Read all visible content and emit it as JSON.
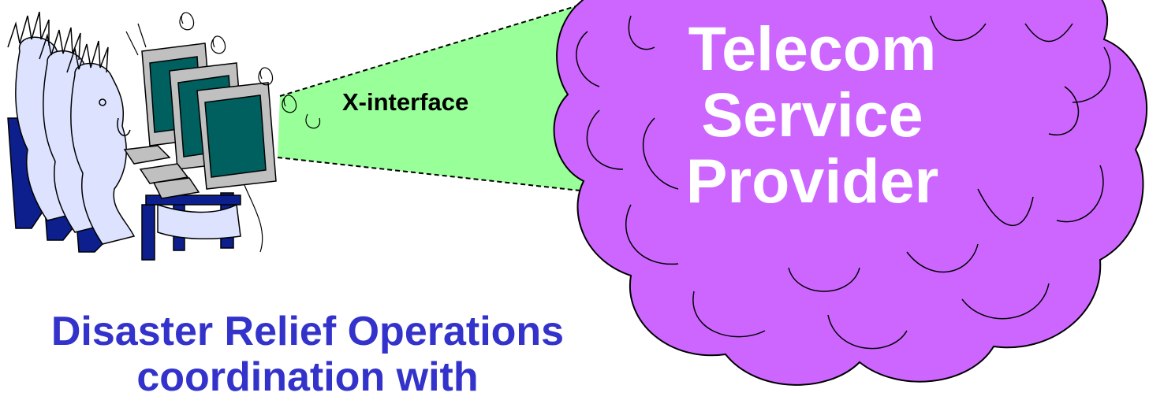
{
  "interface_label": "X-interface",
  "provider_label": "Telecom\nService\nProvider",
  "caption": "Disaster  Relief Operations\ncoordination with",
  "colors": {
    "cloud_fill": "#CC66FF",
    "beam_fill": "#99FF99",
    "caption_text": "#3333CC",
    "cloud_text": "#FFFFFF",
    "person_fill": "#DDE3FF",
    "chair_fill": "#0C1F8C",
    "monitor_body": "#C0C0C0",
    "screen": "#006060"
  },
  "icons": [
    "operators-clipart",
    "monitor-icon",
    "keyboard-icon",
    "cloud-shape"
  ]
}
